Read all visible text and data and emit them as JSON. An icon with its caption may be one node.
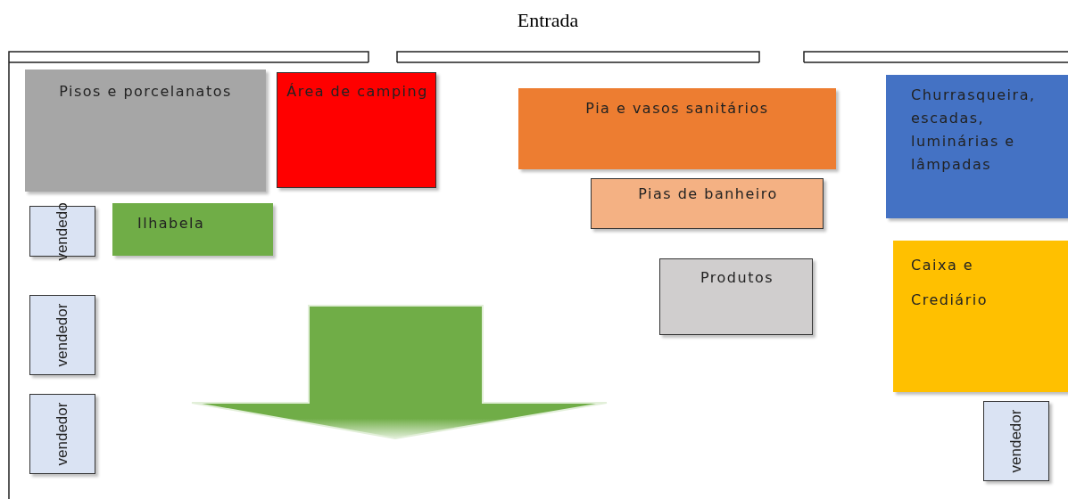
{
  "diagram": {
    "title": "Entrada",
    "nodes": [
      {
        "text": [
          "Pisos e porcelanatos"
        ]
      },
      {
        "text": [
          "Área de camping"
        ]
      },
      {
        "text": [
          "Pia e vasos sanitários"
        ]
      },
      {
        "text": [
          "Pias de banheiro"
        ]
      },
      {
        "text": [
          "Churrasqueira, escadas, luminárias e lâmpadas"
        ]
      },
      {
        "text": [
          "vendedo"
        ]
      },
      {
        "text": [
          "Ilhabela"
        ]
      },
      {
        "text": [
          "Produtos"
        ]
      },
      {
        "text": [
          "Caixa e Crediário"
        ]
      },
      {
        "text": [
          "vendedor"
        ]
      },
      {
        "text": [
          "vendedor"
        ]
      },
      {
        "text": [
          "vendedor"
        ]
      }
    ],
    "edges": []
  }
}
